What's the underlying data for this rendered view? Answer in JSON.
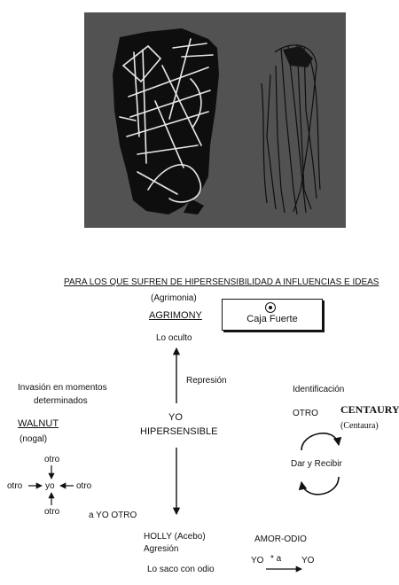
{
  "heading": "PARA LOS QUE SUFREN DE HIPERSENSIBILIDAD A INFLUENCIAS E IDEAS",
  "agrimony": {
    "common": "(Agrimonia)",
    "name": "AGRIMONY",
    "box": "Caja Fuerte",
    "hidden": "Lo oculto"
  },
  "repression": "Represión",
  "center": {
    "line1": "YO",
    "line2": "HIPERSENSIBLE"
  },
  "walnut": {
    "note_line1": "Invasión en momentos",
    "note_line2": "determinados",
    "name": "WALNUT",
    "common": "(nogal)",
    "cross": {
      "top": "otro",
      "left": "otro",
      "center": "yo",
      "right": "otro",
      "bottom": "otro"
    }
  },
  "centaury": {
    "identification": "Identificación",
    "other": "OTRO",
    "name": "CENTAURY",
    "common": "(Centaura)",
    "cycle": "Dar y Recibir"
  },
  "holly": {
    "yo_otro": "a YO OTRO",
    "name": "HOLLY (Acebo)",
    "aggression": "Agresión",
    "hate": "Lo saco con odio",
    "love_hate": "AMOR-ODIO",
    "yo_left": "YO",
    "star_a": "* a",
    "yo_right": "YO"
  },
  "colors": {
    "art_bg": "#505050",
    "art_dark": "#0d0d0d",
    "line": "#111111"
  }
}
